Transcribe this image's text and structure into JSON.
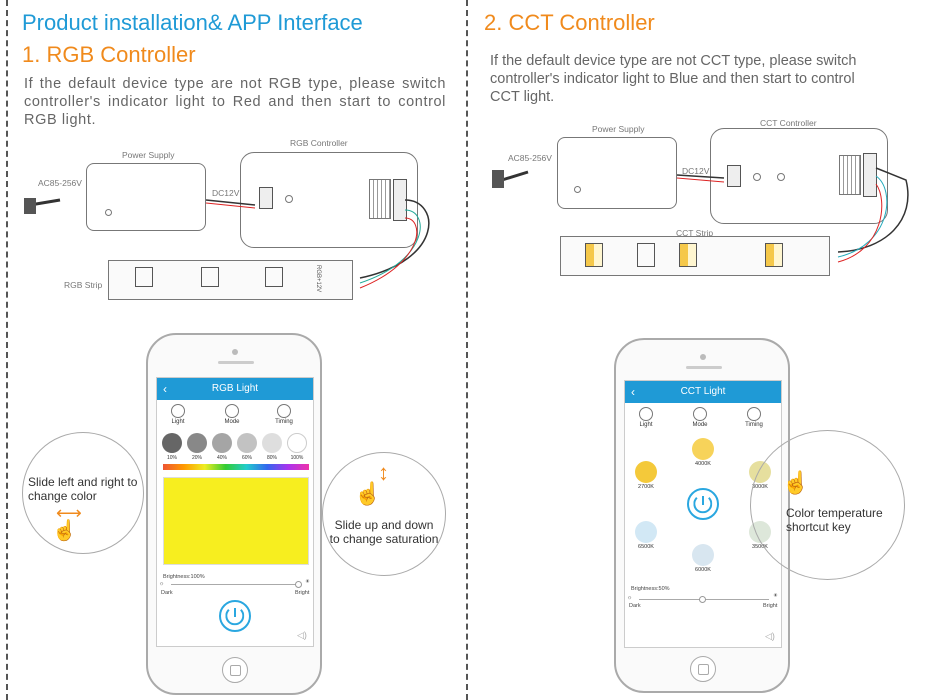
{
  "left": {
    "main_title": "Product installation& APP Interface",
    "section_title": "1. RGB Controller",
    "description": "If the default device type are not RGB type, please switch controller's indicator light to Red and then start to control RGB light.",
    "diagram": {
      "power_supply": "Power Supply",
      "controller": "RGB Controller",
      "input_voltage": "AC85-256V",
      "output_voltage": "DC12V",
      "strip": "RGB Strip",
      "strip_pins": "RGB+12V"
    },
    "app": {
      "title": "RGB Light",
      "tabs": [
        "Light",
        "Mode",
        "Timing"
      ],
      "swatch_labels": [
        "10%",
        "20%",
        "40%",
        "60%",
        "80%",
        "100%"
      ],
      "brightness_label": "Brightness:100%",
      "dark_label": "Dark",
      "bright_label": "Bright"
    },
    "callout_left": "Slide left and right to change color",
    "callout_right": "Slide up and down to change saturation"
  },
  "right": {
    "section_title": "2. CCT Controller",
    "description": "If the default device type are not CCT type, please switch controller's indicator light to Blue and then start to control CCT light.",
    "diagram": {
      "power_supply": "Power Supply",
      "controller": "CCT Controller",
      "input_voltage": "AC85-256V",
      "output_voltage": "DC12V",
      "strip": "CCT Strip"
    },
    "app": {
      "title": "CCT Light",
      "tabs": [
        "Light",
        "Mode",
        "Timing"
      ],
      "cct_values": [
        "4000K",
        "2700K",
        "3000K",
        "6500K",
        "3500K",
        "6000K"
      ],
      "brightness_label": "Brightness:50%",
      "dark_label": "Dark",
      "bright_label": "Bright"
    },
    "callout": "Color temperature shortcut key"
  },
  "colors": {
    "title_blue": "#1f9ad6",
    "section_orange": "#f08a1c",
    "app_blue": "#1f9ad6",
    "color_panel_yellow": "#f7ee1f"
  }
}
